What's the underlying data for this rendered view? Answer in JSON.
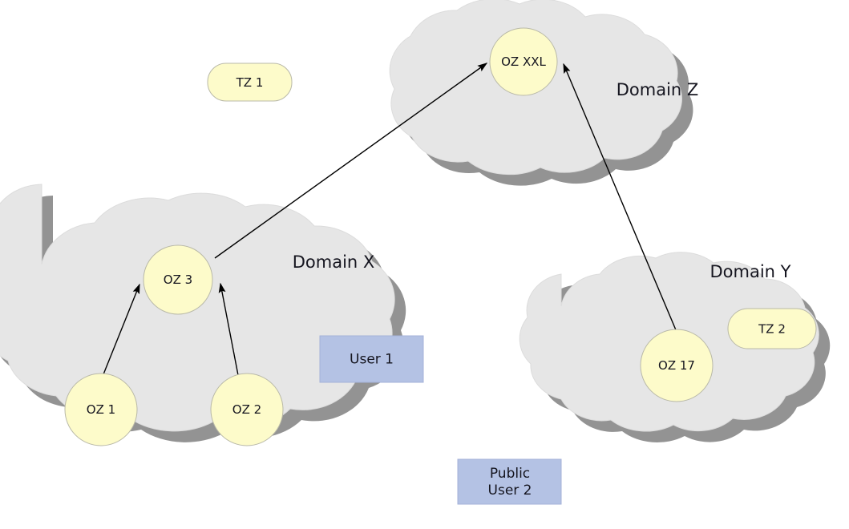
{
  "diagram": {
    "title": "Domain trust / zone topology diagram",
    "background_color": "#ffffff",
    "colors": {
      "cloud_fill": "#e6e6e6",
      "cloud_stroke": "#d9d9d9",
      "cloud_shadow": "#808080",
      "node_fill": "#fdfbca",
      "node_stroke": "#b9b9a8",
      "user_fill": "#b4c2e4",
      "user_stroke": "#9aa8cc",
      "arrow_color": "#000000",
      "text_color": "#15151f"
    }
  },
  "domains": [
    {
      "id": "domain-x",
      "label": "Domain X"
    },
    {
      "id": "domain-y",
      "label": "Domain Y"
    },
    {
      "id": "domain-z",
      "label": "Domain Z"
    }
  ],
  "zones": {
    "oz_xxl": "OZ XXL",
    "oz_3": "OZ 3",
    "oz_1": "OZ 1",
    "oz_2": "OZ 2",
    "oz_17": "OZ 17"
  },
  "trust_zones": {
    "tz_1": "TZ 1",
    "tz_2": "TZ 2"
  },
  "users": {
    "user_1": "User 1",
    "public_user_2_line1": "Public",
    "public_user_2_line2": "User 2"
  },
  "edges": [
    {
      "id": "edge-oz1-oz3",
      "from": "OZ 1",
      "to": "OZ 3",
      "directed": true
    },
    {
      "id": "edge-oz2-oz3",
      "from": "OZ 2",
      "to": "OZ 3",
      "directed": true
    },
    {
      "id": "edge-oz3-ozxxl",
      "from": "OZ 3",
      "to": "OZ XXL",
      "directed": true
    },
    {
      "id": "edge-oz17-ozxxl",
      "from": "OZ 17",
      "to": "OZ XXL",
      "directed": true
    }
  ]
}
